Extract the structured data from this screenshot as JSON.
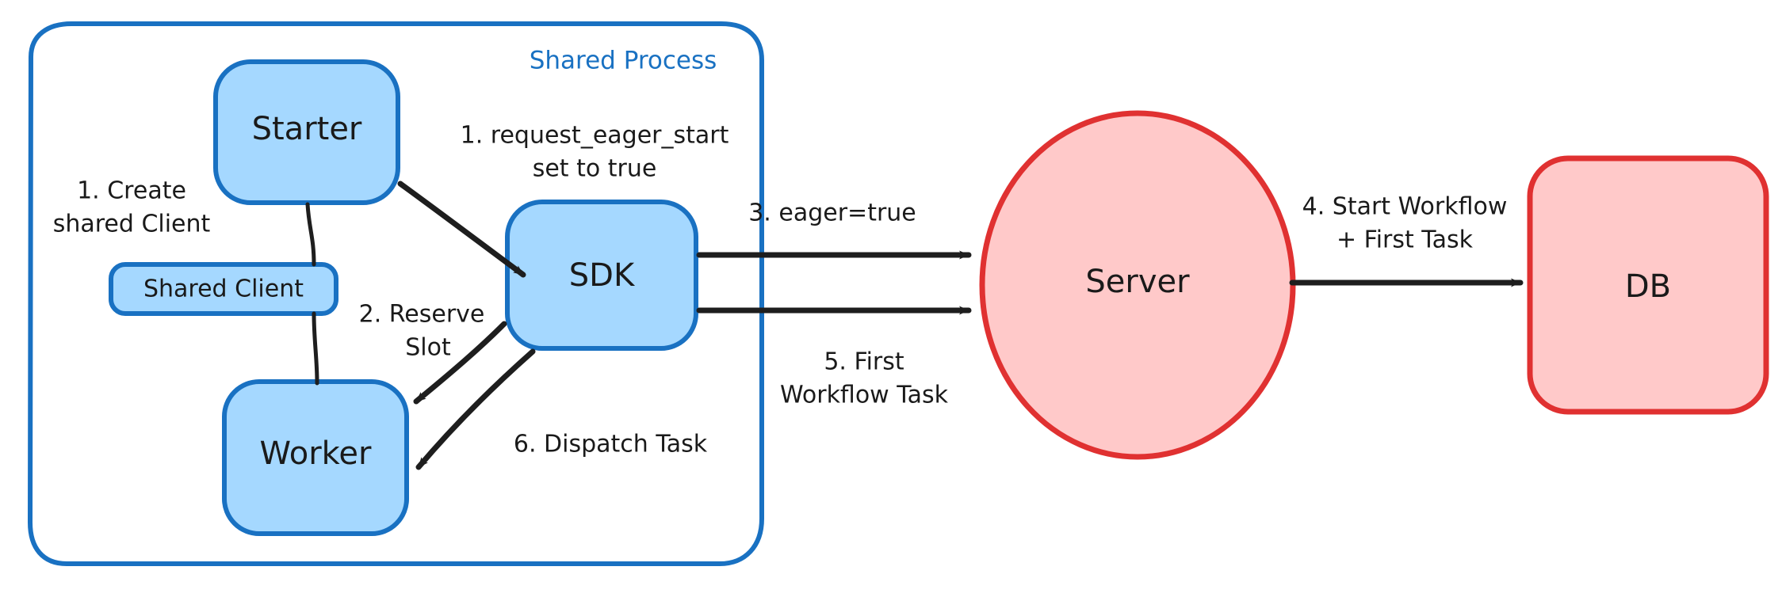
{
  "diagram": {
    "title_visible": false,
    "background": "#ffffff",
    "colors": {
      "blue_fill": "#a5d8ff",
      "blue_stroke": "#1971c2",
      "red_fill": "#ffc9c9",
      "red_stroke": "#e03131",
      "arrow": "#1e1e1e",
      "text": "#1a1a1a"
    },
    "groups": [
      {
        "id": "shared-process",
        "label": "Shared Process",
        "label_color": "#1971c2",
        "stroke": "#1971c2",
        "fill": "none"
      }
    ],
    "nodes": [
      {
        "id": "starter",
        "label": "Starter",
        "shape": "rounded-rect",
        "fill": "#a5d8ff",
        "stroke": "#1971c2"
      },
      {
        "id": "shared-client",
        "label": "Shared Client",
        "shape": "rounded-rect",
        "fill": "#a5d8ff",
        "stroke": "#1971c2"
      },
      {
        "id": "worker",
        "label": "Worker",
        "shape": "rounded-rect",
        "fill": "#a5d8ff",
        "stroke": "#1971c2"
      },
      {
        "id": "sdk",
        "label": "SDK",
        "shape": "rounded-rect",
        "fill": "#a5d8ff",
        "stroke": "#1971c2"
      },
      {
        "id": "server",
        "label": "Server",
        "shape": "ellipse",
        "fill": "#ffc9c9",
        "stroke": "#e03131"
      },
      {
        "id": "db",
        "label": "DB",
        "shape": "rounded-rect",
        "fill": "#ffc9c9",
        "stroke": "#e03131"
      }
    ],
    "edges": [
      {
        "id": "e1",
        "from": "starter",
        "to": "sdk",
        "label_lines": [
          "1. request_eager_start",
          "set to true"
        ],
        "arrow": true
      },
      {
        "id": "e0",
        "from": "starter",
        "to": "worker",
        "label_lines": [],
        "arrow": false
      },
      {
        "id": "ec",
        "from": "starter",
        "to": "shared-client",
        "label_lines": [
          "1. Create",
          "shared Client"
        ],
        "arrow": false
      },
      {
        "id": "e2",
        "from": "sdk",
        "to": "worker",
        "label_lines": [
          "2. Reserve",
          "Slot"
        ],
        "arrow": true
      },
      {
        "id": "e6",
        "from": "sdk",
        "to": "worker",
        "label_lines": [
          "6. Dispatch Task"
        ],
        "arrow": true
      },
      {
        "id": "e3",
        "from": "sdk",
        "to": "server",
        "label_lines": [
          "3. eager=true"
        ],
        "arrow": true
      },
      {
        "id": "e5",
        "from": "sdk",
        "to": "server",
        "label_lines": [
          "5. First",
          "Workflow Task"
        ],
        "arrow": true
      },
      {
        "id": "e4",
        "from": "server",
        "to": "db",
        "label_lines": [
          "4. Start Workflow",
          "+ First Task"
        ],
        "arrow": true
      }
    ],
    "labels": {
      "shared_process": "Shared Process",
      "starter": "Starter",
      "shared_client": "Shared Client",
      "worker": "Worker",
      "sdk": "SDK",
      "server": "Server",
      "db": "DB",
      "step1_create_l1": "1. Create",
      "step1_create_l2": "shared Client",
      "step1_eager_l1": "1. request_eager_start",
      "step1_eager_l2": "set to true",
      "step2_l1": "2. Reserve",
      "step2_l2": "Slot",
      "step3": "3. eager=true",
      "step4_l1": "4. Start Workflow",
      "step4_l2": "+ First Task",
      "step5_l1": "5. First",
      "step5_l2": "Workflow Task",
      "step6": "6. Dispatch Task"
    }
  }
}
